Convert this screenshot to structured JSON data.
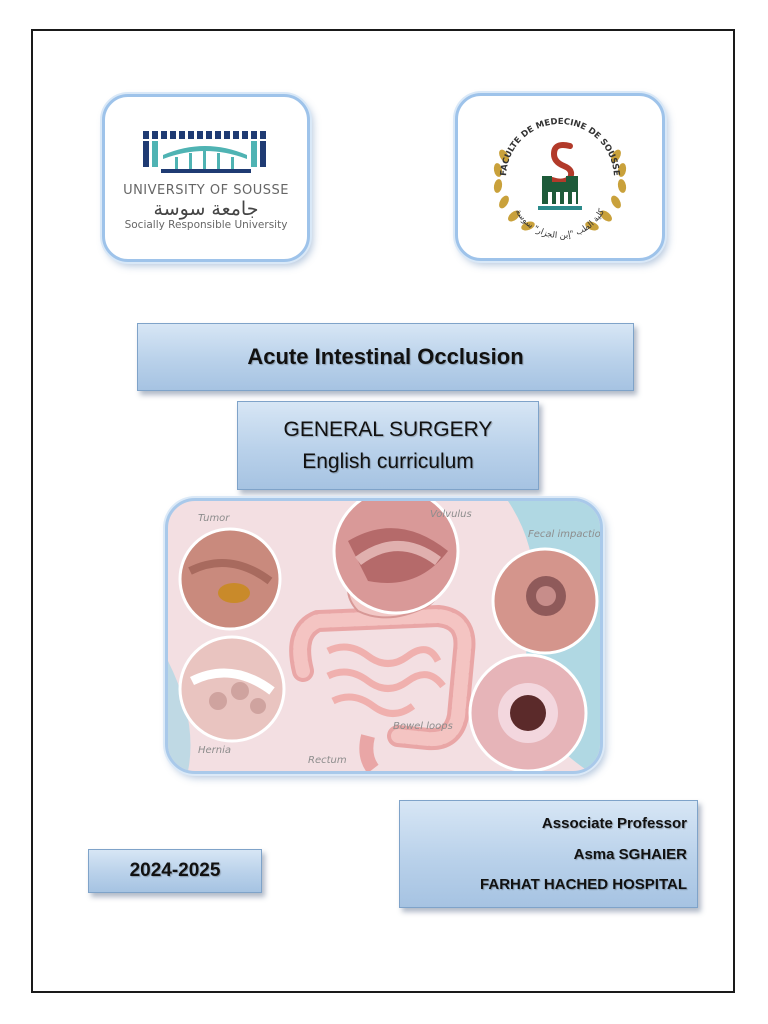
{
  "logos": {
    "university": {
      "name": "UNIVERSITY OF SOUSSE",
      "arabic": "جامعة سوسة",
      "tagline": "Socially Responsible University"
    },
    "faculty": {
      "seal_text": "FACULTE DE MEDECINE DE SOUSSE",
      "seal_text_arabic": "كلية الطب \"إبن الجزار\" سوسة"
    }
  },
  "title": "Acute Intestinal Occlusion",
  "subject": {
    "line1": "GENERAL SURGERY",
    "line2": "English curriculum"
  },
  "illustration": {
    "labels": [
      "Tumor",
      "Volvulus",
      "Fecal impaction",
      "Hernia",
      "Rectum",
      "Bowel loops"
    ]
  },
  "year": "2024-2025",
  "author": {
    "role": "Associate Professor",
    "name": "Asma SGHAIER",
    "hospital": "FARHAT HACHED HOSPITAL"
  },
  "colors": {
    "banner_blue": "#b9d1ea",
    "card_border": "#9ec3ea",
    "logo_teal": "#4fb3b3",
    "logo_navy": "#1f3b73",
    "seal_gold": "#c9a13b",
    "seal_red": "#b23a2a",
    "seal_green": "#1e5b3a"
  }
}
